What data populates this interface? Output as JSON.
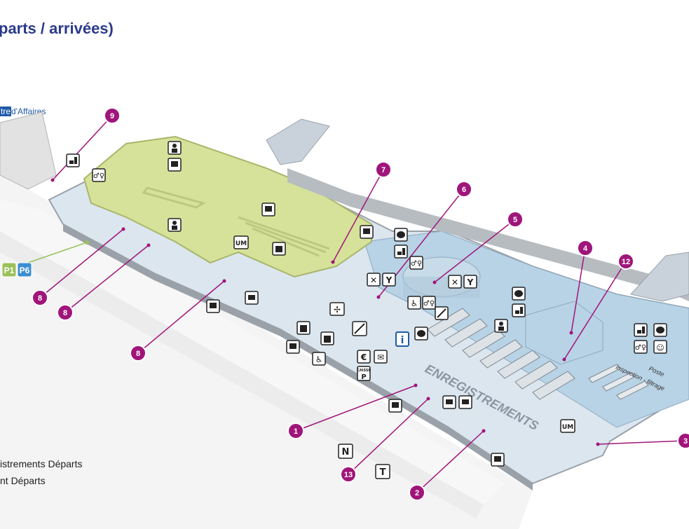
{
  "title": "parts / arrivées)",
  "brand": {
    "highlight": "tre",
    "rest": "d'Affaires"
  },
  "zone_labels": {
    "checkin": "ENREGISTREMENTS",
    "security_line1": "Poste",
    "security_line2": "inspection - filtrage"
  },
  "legend": [
    "istrements Départs",
    "nt Départs"
  ],
  "parking_badges": [
    "P1",
    "P6"
  ],
  "markers": [
    "9",
    "7",
    "6",
    "5",
    "4",
    "12",
    "8",
    "8",
    "8",
    "1",
    "13",
    "2",
    "3"
  ],
  "icon_labels": {
    "um": "UM",
    "euro": "€",
    "info": "i",
    "caisse_top": "CAISSE",
    "caisse_p": "P",
    "n": "N",
    "t": "T"
  },
  "colors": {
    "title": "#2b3a8c",
    "marker": "#a0157a",
    "green_zone": "#d6e29a",
    "blue_zone": "#b8d3e6",
    "floor": "#dbe6ef",
    "wall": "#9aa1a8"
  }
}
